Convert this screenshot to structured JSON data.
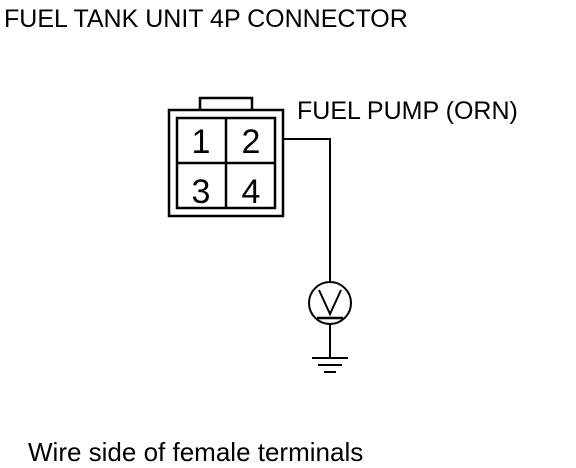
{
  "title": "FUEL TANK UNIT 4P CONNECTOR",
  "connector": {
    "pins": [
      "1",
      "2",
      "3",
      "4"
    ]
  },
  "wire": {
    "label": "FUEL PUMP (ORN)"
  },
  "meter": {
    "symbol": "V",
    "icon": "voltmeter-icon"
  },
  "ground": {
    "icon": "ground-icon"
  },
  "caption": "Wire side of female terminals",
  "colors": {
    "line": "#000000",
    "background": "#ffffff"
  }
}
